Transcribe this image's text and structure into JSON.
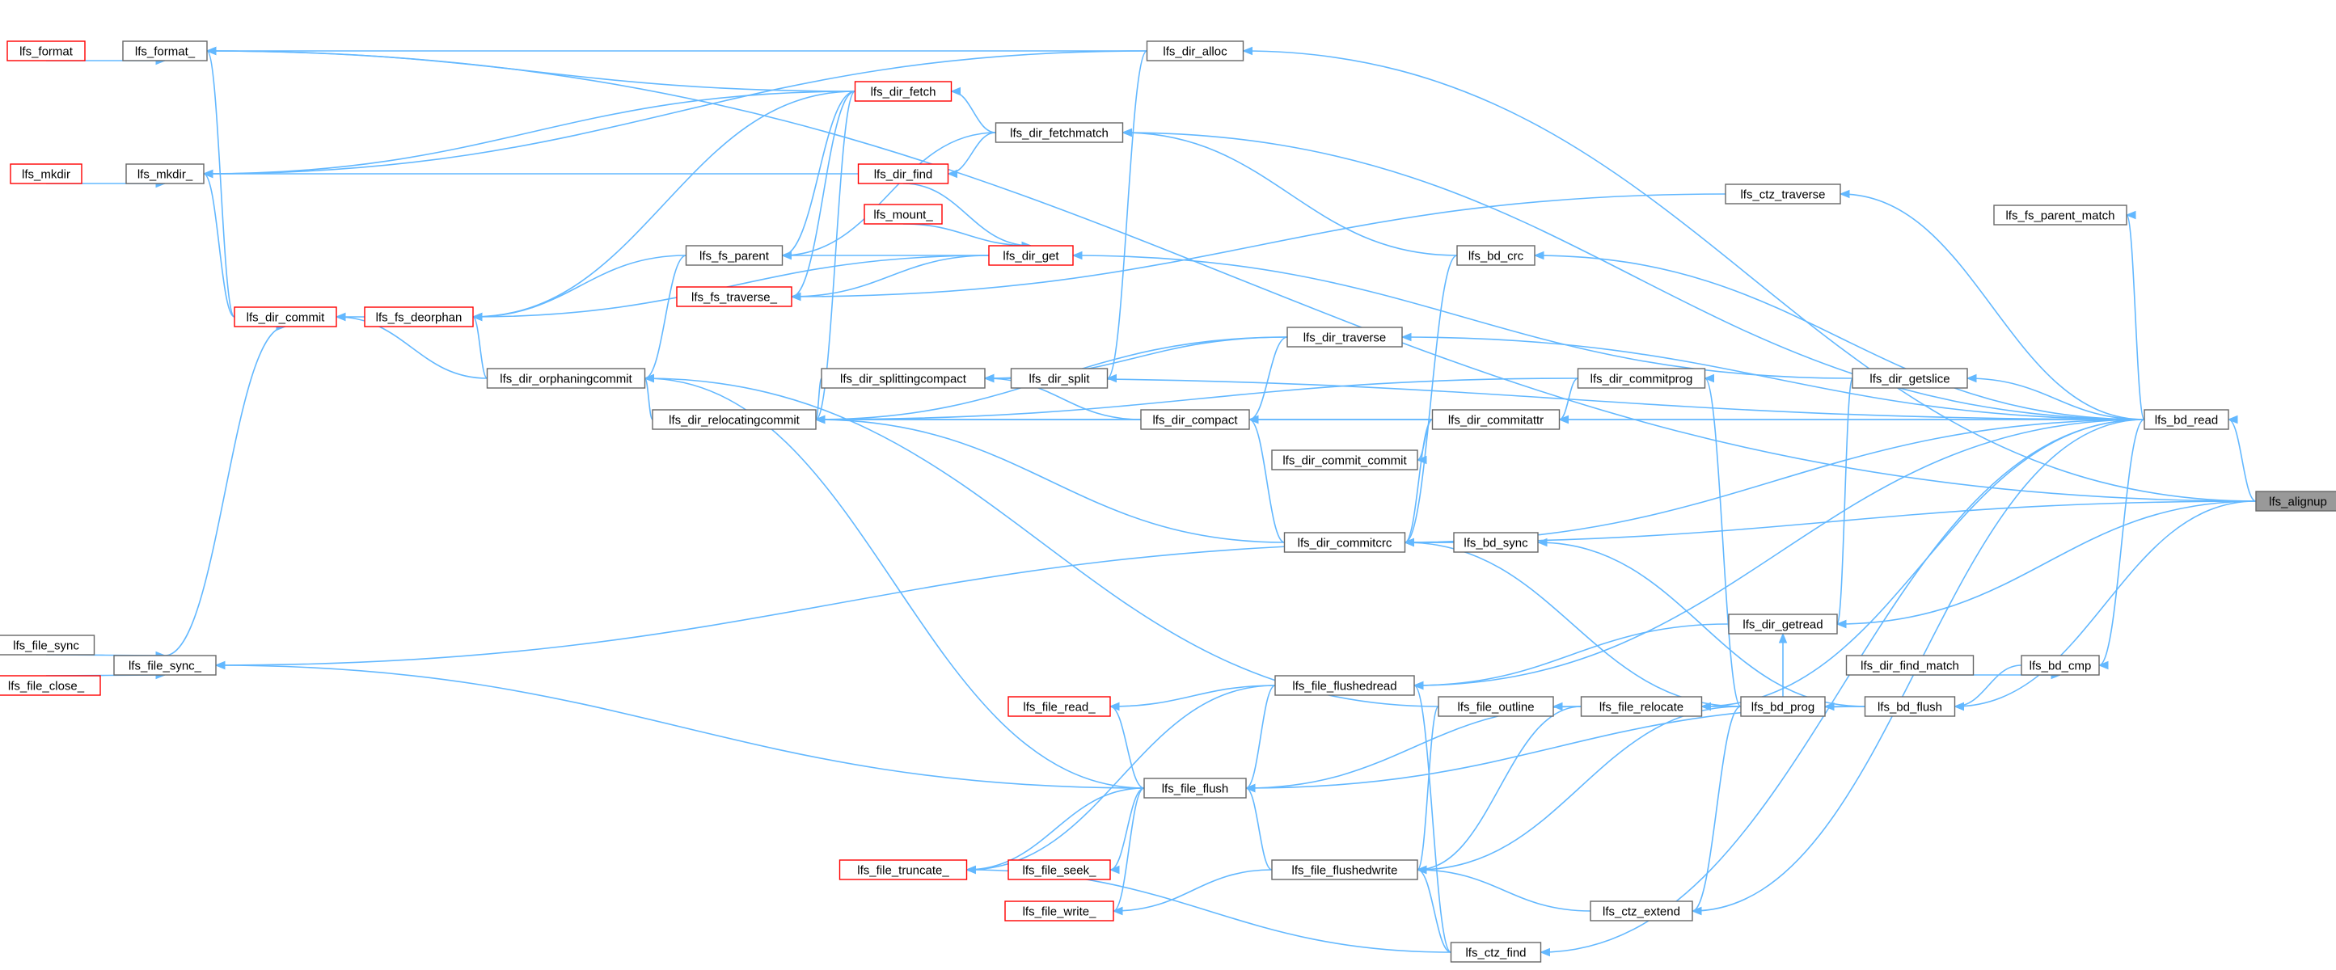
{
  "diagram": {
    "type": "caller-graph",
    "colors": {
      "edge": "#63b8ff",
      "node_border": "#666666",
      "node_border_incomplete": "#ff0000",
      "target_fill": "#999999"
    },
    "nodes": [
      {
        "id": "lfs_format",
        "label": "lfs_format",
        "style": "red"
      },
      {
        "id": "lfs_format_",
        "label": "lfs_format_",
        "style": "normal"
      },
      {
        "id": "lfs_mkdir",
        "label": "lfs_mkdir",
        "style": "red"
      },
      {
        "id": "lfs_mkdir_",
        "label": "lfs_mkdir_",
        "style": "normal"
      },
      {
        "id": "lfs_dir_commit",
        "label": "lfs_dir_commit",
        "style": "red"
      },
      {
        "id": "lfs_fs_deorphan",
        "label": "lfs_fs_deorphan",
        "style": "red"
      },
      {
        "id": "lfs_file_sync",
        "label": "lfs_file_sync",
        "style": "normal"
      },
      {
        "id": "lfs_file_close_",
        "label": "lfs_file_close_",
        "style": "red"
      },
      {
        "id": "lfs_file_sync_",
        "label": "lfs_file_sync_",
        "style": "normal"
      },
      {
        "id": "lfs_dir_orphaningcommit",
        "label": "lfs_dir_orphaningcommit",
        "style": "normal"
      },
      {
        "id": "lfs_fs_parent",
        "label": "lfs_fs_parent",
        "style": "normal"
      },
      {
        "id": "lfs_fs_traverse_",
        "label": "lfs_fs_traverse_",
        "style": "red"
      },
      {
        "id": "lfs_dir_relocatingcommit",
        "label": "lfs_dir_relocatingcommit",
        "style": "normal"
      },
      {
        "id": "lfs_dir_fetch",
        "label": "lfs_dir_fetch",
        "style": "red"
      },
      {
        "id": "lfs_dir_find",
        "label": "lfs_dir_find",
        "style": "red"
      },
      {
        "id": "lfs_mount_",
        "label": "lfs_mount_",
        "style": "red"
      },
      {
        "id": "lfs_dir_get",
        "label": "lfs_dir_get",
        "style": "red"
      },
      {
        "id": "lfs_dir_splittingcompact",
        "label": "lfs_dir_splittingcompact",
        "style": "normal"
      },
      {
        "id": "lfs_dir_fetchmatch",
        "label": "lfs_dir_fetchmatch",
        "style": "normal"
      },
      {
        "id": "lfs_dir_split",
        "label": "lfs_dir_split",
        "style": "normal"
      },
      {
        "id": "lfs_dir_alloc",
        "label": "lfs_dir_alloc",
        "style": "normal"
      },
      {
        "id": "lfs_dir_compact",
        "label": "lfs_dir_compact",
        "style": "normal"
      },
      {
        "id": "lfs_dir_traverse",
        "label": "lfs_dir_traverse",
        "style": "normal"
      },
      {
        "id": "lfs_dir_commit_commit",
        "label": "lfs_dir_commit_commit",
        "style": "normal"
      },
      {
        "id": "lfs_dir_commitcrc",
        "label": "lfs_dir_commitcrc",
        "style": "normal"
      },
      {
        "id": "lfs_file_read_",
        "label": "lfs_file_read_",
        "style": "red"
      },
      {
        "id": "lfs_file_flushedread",
        "label": "lfs_file_flushedread",
        "style": "normal"
      },
      {
        "id": "lfs_file_flush",
        "label": "lfs_file_flush",
        "style": "normal"
      },
      {
        "id": "lfs_file_truncate_",
        "label": "lfs_file_truncate_",
        "style": "red"
      },
      {
        "id": "lfs_file_seek_",
        "label": "lfs_file_seek_",
        "style": "red"
      },
      {
        "id": "lfs_file_write_",
        "label": "lfs_file_write_",
        "style": "red"
      },
      {
        "id": "lfs_file_flushedwrite",
        "label": "lfs_file_flushedwrite",
        "style": "normal"
      },
      {
        "id": "lfs_bd_crc",
        "label": "lfs_bd_crc",
        "style": "normal"
      },
      {
        "id": "lfs_dir_commitattr",
        "label": "lfs_dir_commitattr",
        "style": "normal"
      },
      {
        "id": "lfs_bd_sync",
        "label": "lfs_bd_sync",
        "style": "normal"
      },
      {
        "id": "lfs_file_outline",
        "label": "lfs_file_outline",
        "style": "normal"
      },
      {
        "id": "lfs_ctz_find",
        "label": "lfs_ctz_find",
        "style": "normal"
      },
      {
        "id": "lfs_dir_commitprog",
        "label": "lfs_dir_commitprog",
        "style": "normal"
      },
      {
        "id": "lfs_file_relocate",
        "label": "lfs_file_relocate",
        "style": "normal"
      },
      {
        "id": "lfs_ctz_extend",
        "label": "lfs_ctz_extend",
        "style": "normal"
      },
      {
        "id": "lfs_ctz_traverse",
        "label": "lfs_ctz_traverse",
        "style": "normal"
      },
      {
        "id": "lfs_dir_getread",
        "label": "lfs_dir_getread",
        "style": "normal"
      },
      {
        "id": "lfs_bd_prog",
        "label": "lfs_bd_prog",
        "style": "normal"
      },
      {
        "id": "lfs_fs_parent_match",
        "label": "lfs_fs_parent_match",
        "style": "normal"
      },
      {
        "id": "lfs_dir_getslice",
        "label": "lfs_dir_getslice",
        "style": "normal"
      },
      {
        "id": "lfs_dir_find_match",
        "label": "lfs_dir_find_match",
        "style": "normal"
      },
      {
        "id": "lfs_bd_flush",
        "label": "lfs_bd_flush",
        "style": "normal"
      },
      {
        "id": "lfs_bd_cmp",
        "label": "lfs_bd_cmp",
        "style": "normal"
      },
      {
        "id": "lfs_bd_read",
        "label": "lfs_bd_read",
        "style": "normal"
      },
      {
        "id": "lfs_alignup",
        "label": "lfs_alignup",
        "style": "target"
      }
    ],
    "edges": [
      [
        "lfs_format",
        "lfs_format_"
      ],
      [
        "lfs_mkdir",
        "lfs_mkdir_"
      ],
      [
        "lfs_file_sync",
        "lfs_file_sync_"
      ],
      [
        "lfs_file_close_",
        "lfs_file_sync_"
      ],
      [
        "lfs_dir_commit",
        "lfs_format_"
      ],
      [
        "lfs_dir_commit",
        "lfs_mkdir_"
      ],
      [
        "lfs_fs_deorphan",
        "lfs_dir_commit"
      ],
      [
        "lfs_dir_orphaningcommit",
        "lfs_dir_commit"
      ],
      [
        "lfs_dir_orphaningcommit",
        "lfs_fs_deorphan"
      ],
      [
        "lfs_file_sync_",
        "lfs_dir_commit"
      ],
      [
        "lfs_dir_fetch",
        "lfs_format_"
      ],
      [
        "lfs_dir_fetch",
        "lfs_mkdir_"
      ],
      [
        "lfs_dir_fetch",
        "lfs_fs_deorphan"
      ],
      [
        "lfs_dir_fetch",
        "lfs_fs_parent"
      ],
      [
        "lfs_dir_fetch",
        "lfs_fs_traverse_"
      ],
      [
        "lfs_dir_fetch",
        "lfs_dir_relocatingcommit"
      ],
      [
        "lfs_dir_find",
        "lfs_mkdir_"
      ],
      [
        "lfs_dir_alloc",
        "lfs_format_"
      ],
      [
        "lfs_dir_alloc",
        "lfs_mkdir_"
      ],
      [
        "lfs_dir_alloc",
        "lfs_dir_split"
      ],
      [
        "lfs_fs_parent",
        "lfs_fs_deorphan"
      ],
      [
        "lfs_fs_parent",
        "lfs_dir_orphaningcommit"
      ],
      [
        "lfs_dir_get",
        "lfs_fs_deorphan"
      ],
      [
        "lfs_dir_get",
        "lfs_fs_traverse_"
      ],
      [
        "lfs_dir_get",
        "lfs_fs_parent"
      ],
      [
        "lfs_dir_relocatingcommit",
        "lfs_dir_orphaningcommit"
      ],
      [
        "lfs_dir_splittingcompact",
        "lfs_dir_relocatingcommit"
      ],
      [
        "lfs_dir_fetchmatch",
        "lfs_dir_fetch"
      ],
      [
        "lfs_dir_fetchmatch",
        "lfs_dir_find"
      ],
      [
        "lfs_dir_fetchmatch",
        "lfs_fs_parent"
      ],
      [
        "lfs_dir_find",
        "lfs_dir_get"
      ],
      [
        "lfs_mount_",
        "lfs_dir_get"
      ],
      [
        "lfs_dir_split",
        "lfs_dir_splittingcompact"
      ],
      [
        "lfs_dir_compact",
        "lfs_dir_splittingcompact"
      ],
      [
        "lfs_dir_compact",
        "lfs_dir_relocatingcommit"
      ],
      [
        "lfs_dir_traverse",
        "lfs_dir_splittingcompact"
      ],
      [
        "lfs_dir_traverse",
        "lfs_dir_compact"
      ],
      [
        "lfs_dir_traverse",
        "lfs_dir_relocatingcommit"
      ],
      [
        "lfs_dir_commitcrc",
        "lfs_dir_compact"
      ],
      [
        "lfs_dir_commitcrc",
        "lfs_dir_relocatingcommit"
      ],
      [
        "lfs_dir_commitattr",
        "lfs_dir_compact"
      ],
      [
        "lfs_dir_commitattr",
        "lfs_dir_commit_commit"
      ],
      [
        "lfs_dir_commitattr",
        "lfs_dir_relocatingcommit"
      ],
      [
        "lfs_dir_commitattr",
        "lfs_dir_commitcrc"
      ],
      [
        "lfs_dir_commitprog",
        "lfs_dir_commitattr"
      ],
      [
        "lfs_dir_commitprog",
        "lfs_dir_relocatingcommit"
      ],
      [
        "lfs_bd_crc",
        "lfs_dir_commitcrc"
      ],
      [
        "lfs_bd_crc",
        "lfs_dir_fetchmatch"
      ],
      [
        "lfs_bd_sync",
        "lfs_dir_commitcrc"
      ],
      [
        "lfs_bd_sync",
        "lfs_file_sync_"
      ],
      [
        "lfs_file_flushedread",
        "lfs_file_flush"
      ],
      [
        "lfs_file_flushedread",
        "lfs_file_read_"
      ],
      [
        "lfs_file_flushedread",
        "lfs_file_truncate_"
      ],
      [
        "lfs_file_flush",
        "lfs_file_sync_"
      ],
      [
        "lfs_file_flush",
        "lfs_dir_orphaningcommit"
      ],
      [
        "lfs_file_flush",
        "lfs_file_read_"
      ],
      [
        "lfs_file_flush",
        "lfs_file_truncate_"
      ],
      [
        "lfs_file_flush",
        "lfs_file_seek_"
      ],
      [
        "lfs_file_flush",
        "lfs_file_write_"
      ],
      [
        "lfs_file_flushedwrite",
        "lfs_file_flush"
      ],
      [
        "lfs_file_flushedwrite",
        "lfs_file_write_"
      ],
      [
        "lfs_file_outline",
        "lfs_file_flushedwrite"
      ],
      [
        "lfs_file_outline",
        "lfs_dir_orphaningcommit"
      ],
      [
        "lfs_file_relocate",
        "lfs_file_outline"
      ],
      [
        "lfs_file_relocate",
        "lfs_file_flush"
      ],
      [
        "lfs_file_relocate",
        "lfs_file_flushedwrite"
      ],
      [
        "lfs_ctz_find",
        "lfs_file_flushedread"
      ],
      [
        "lfs_ctz_find",
        "lfs_file_flushedwrite"
      ],
      [
        "lfs_ctz_find",
        "lfs_file_truncate_"
      ],
      [
        "lfs_ctz_extend",
        "lfs_file_flushedwrite"
      ],
      [
        "lfs_ctz_traverse",
        "lfs_fs_traverse_"
      ],
      [
        "lfs_dir_getread",
        "lfs_file_flushedread"
      ],
      [
        "lfs_bd_prog",
        "lfs_file_relocate"
      ],
      [
        "lfs_bd_prog",
        "lfs_dir_getread"
      ],
      [
        "lfs_bd_prog",
        "lfs_dir_commitprog"
      ],
      [
        "lfs_bd_prog",
        "lfs_dir_commitcrc"
      ],
      [
        "lfs_bd_prog",
        "lfs_file_flushedwrite"
      ],
      [
        "lfs_bd_prog",
        "lfs_ctz_extend"
      ],
      [
        "lfs_dir_getslice",
        "lfs_dir_getread"
      ],
      [
        "lfs_dir_getslice",
        "lfs_dir_get"
      ],
      [
        "lfs_bd_flush",
        "lfs_bd_prog"
      ],
      [
        "lfs_bd_flush",
        "lfs_bd_sync"
      ],
      [
        "lfs_bd_flush",
        "lfs_file_flush"
      ],
      [
        "lfs_dir_find_match",
        "lfs_bd_cmp"
      ],
      [
        "lfs_bd_cmp",
        "lfs_bd_flush"
      ],
      [
        "lfs_bd_read",
        "lfs_bd_cmp"
      ],
      [
        "lfs_bd_read",
        "lfs_dir_getslice"
      ],
      [
        "lfs_bd_read",
        "lfs_bd_crc"
      ],
      [
        "lfs_bd_read",
        "lfs_ctz_traverse"
      ],
      [
        "lfs_bd_read",
        "lfs_dir_fetchmatch"
      ],
      [
        "lfs_bd_read",
        "lfs_dir_traverse"
      ],
      [
        "lfs_bd_read",
        "lfs_dir_commitattr"
      ],
      [
        "lfs_bd_read",
        "lfs_dir_commitcrc"
      ],
      [
        "lfs_bd_read",
        "lfs_dir_relocatingcommit"
      ],
      [
        "lfs_bd_read",
        "lfs_dir_splittingcompact"
      ],
      [
        "lfs_bd_read",
        "lfs_file_flushedread"
      ],
      [
        "lfs_bd_read",
        "lfs_file_relocate"
      ],
      [
        "lfs_bd_read",
        "lfs_ctz_find"
      ],
      [
        "lfs_bd_read",
        "lfs_ctz_extend"
      ],
      [
        "lfs_bd_read",
        "lfs_fs_parent_match"
      ],
      [
        "lfs_alignup",
        "lfs_bd_read"
      ],
      [
        "lfs_alignup",
        "lfs_dir_alloc"
      ],
      [
        "lfs_alignup",
        "lfs_format_"
      ],
      [
        "lfs_alignup",
        "lfs_dir_commitcrc"
      ],
      [
        "lfs_alignup",
        "lfs_dir_getread"
      ],
      [
        "lfs_alignup",
        "lfs_bd_flush"
      ]
    ]
  }
}
